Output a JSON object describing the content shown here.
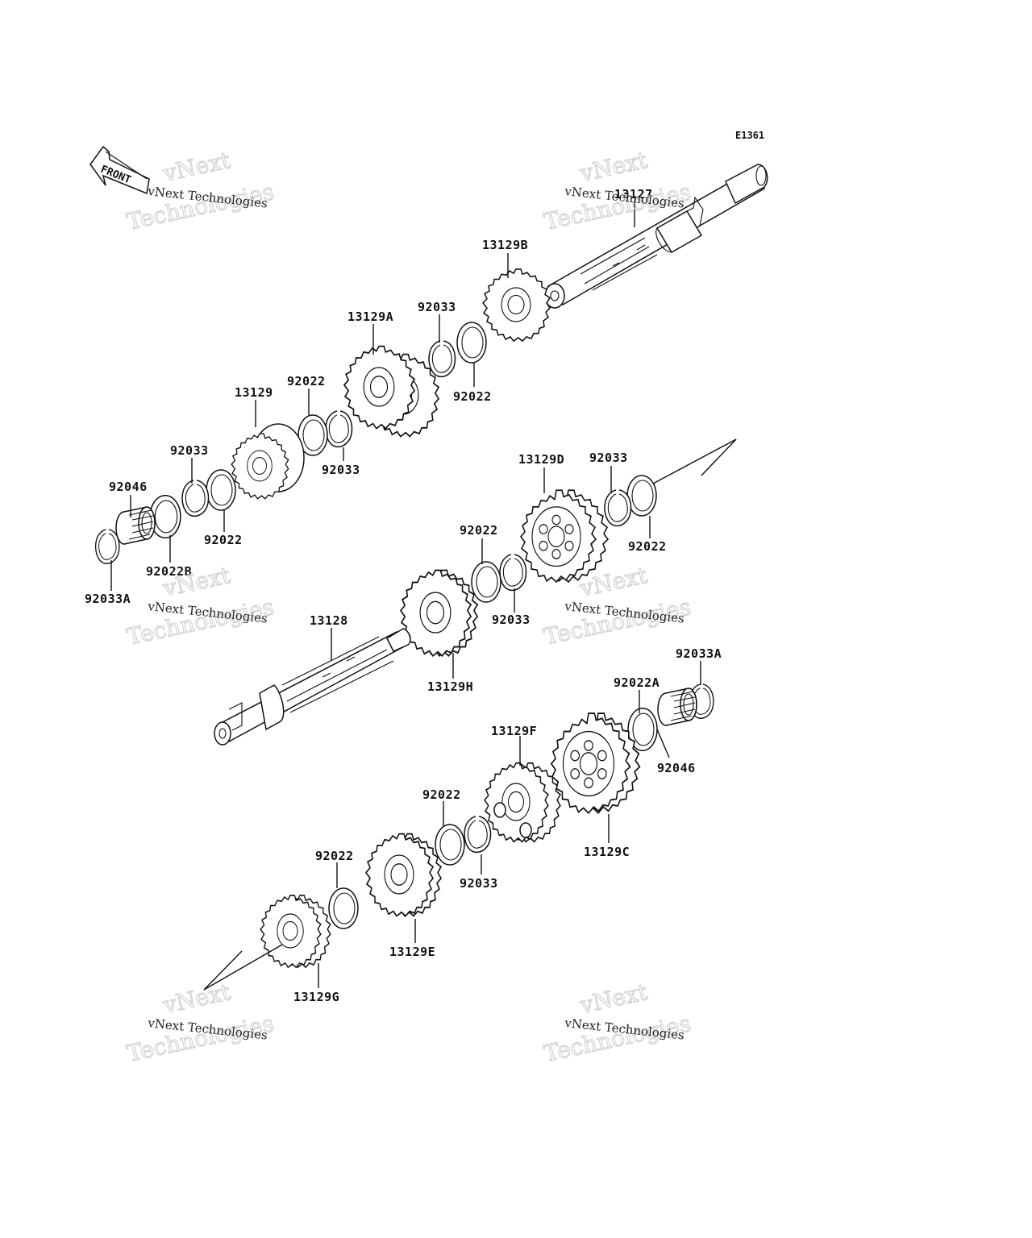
{
  "diagram": {
    "code": "E1361",
    "front_label": "FRONT",
    "labels": {
      "l13127": "13127",
      "l13129B": "13129B",
      "l92033_top": "92033",
      "l13129A": "13129A",
      "l92022_top_r": "92022",
      "l92022_mid": "92022",
      "l92033_mid": "92033",
      "l13129": "13129",
      "l92033_left": "92033",
      "l92046_left": "92046",
      "l92022_left": "92022",
      "l92022B": "92022B",
      "l92033A_left": "92033A",
      "l13129D": "13129D",
      "l92033_d": "92033",
      "l92022_d": "92022",
      "l92022_h": "92022",
      "l92033_h": "92033",
      "l13128": "13128",
      "l13129H": "13129H",
      "l92033A_right": "92033A",
      "l92022A": "92022A",
      "l92046_right": "92046",
      "l13129F": "13129F",
      "l13129C": "13129C",
      "l92022_e": "92022",
      "l92033_e": "92033",
      "l92022_g": "92022",
      "l13129E": "13129E",
      "l13129G": "13129G"
    }
  },
  "watermarks": [
    {
      "small": "vNext Technologies",
      "big1": "vNext",
      "big2": "Technologies"
    },
    {
      "small": "vNext Technologies",
      "big1": "vNext",
      "big2": "Technologies"
    },
    {
      "small": "vNext Technologies",
      "big1": "vNext",
      "big2": "Technologies"
    },
    {
      "small": "vNext Technologies",
      "big1": "vNext",
      "big2": "Technologies"
    },
    {
      "small": "vNext Technologies",
      "big1": "vNext",
      "big2": "Technologies"
    },
    {
      "small": "vNext Technologies",
      "big1": "vNext",
      "big2": "Technologies"
    }
  ]
}
